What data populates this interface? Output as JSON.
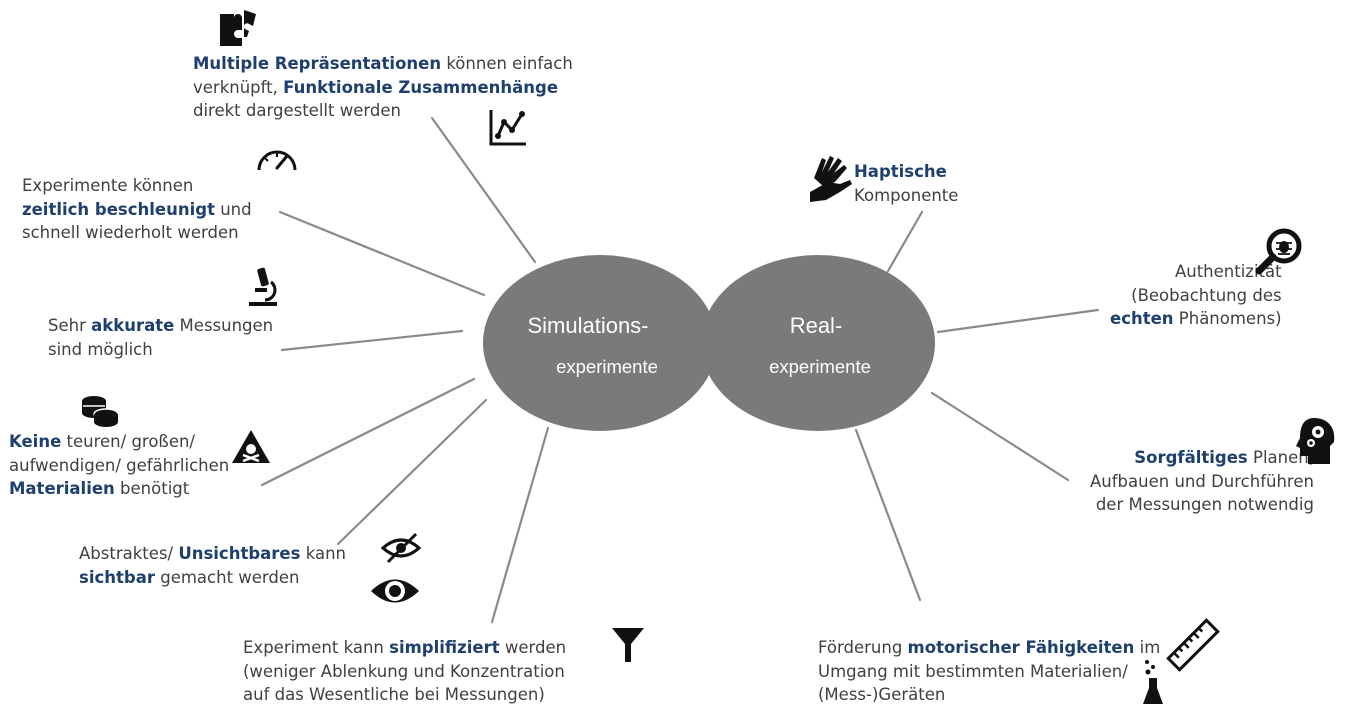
{
  "center": {
    "simulation": {
      "line1": "Simulations-",
      "line2": "experimente"
    },
    "real": {
      "line1": "Real-",
      "line2": "experimente"
    }
  },
  "colors": {
    "ellipse": "#7a7a7a",
    "connector": "#8a8a8a",
    "bold_text": "#1f3f6e",
    "text": "#404040",
    "icon": "#111111"
  },
  "simulation_items": [
    {
      "id": "representations",
      "icons": [
        "puzzle-icon",
        "chart-icon"
      ],
      "lines": [
        [
          {
            "b": "Multiple Repräsentationen"
          },
          {
            "t": " können einfach"
          }
        ],
        [
          {
            "t": "verknüpft, "
          },
          {
            "b": "Funktionale Zusammenhänge"
          }
        ],
        [
          {
            "t": "direkt dargestellt werden"
          }
        ]
      ]
    },
    {
      "id": "accelerated",
      "icons": [
        "speedometer-icon"
      ],
      "lines": [
        [
          {
            "t": "Experimente können"
          }
        ],
        [
          {
            "b": "zeitlich beschleunigt"
          },
          {
            "t": " und"
          }
        ],
        [
          {
            "t": "schnell wiederholt werden"
          }
        ]
      ]
    },
    {
      "id": "accurate",
      "icons": [
        "microscope-icon"
      ],
      "lines": [
        [
          {
            "t": "Sehr "
          },
          {
            "b": "akkurate"
          },
          {
            "t": " Messungen"
          }
        ],
        [
          {
            "t": "sind möglich"
          }
        ]
      ]
    },
    {
      "id": "materials",
      "icons": [
        "coins-icon",
        "hazard-icon"
      ],
      "lines": [
        [
          {
            "b": "Keine"
          },
          {
            "t": " teuren/ großen/"
          }
        ],
        [
          {
            "t": "aufwendigen/ gefährlichen"
          }
        ],
        [
          {
            "b": "Materialien"
          },
          {
            "t": " benötigt"
          }
        ]
      ]
    },
    {
      "id": "invisible",
      "icons": [
        "eye-slash-icon",
        "eye-icon"
      ],
      "lines": [
        [
          {
            "t": "Abstraktes/ "
          },
          {
            "b": "Unsichtbares"
          },
          {
            "t": " kann"
          }
        ],
        [
          {
            "b": "sichtbar"
          },
          {
            "t": " gemacht werden"
          }
        ]
      ]
    },
    {
      "id": "simplified",
      "icons": [
        "filter-icon"
      ],
      "lines": [
        [
          {
            "t": "Experiment kann "
          },
          {
            "b": "simplifiziert"
          },
          {
            "t": " werden"
          }
        ],
        [
          {
            "t": "(weniger Ablenkung und Konzentration"
          }
        ],
        [
          {
            "t": "auf das Wesentliche bei Messungen)"
          }
        ]
      ]
    }
  ],
  "real_items": [
    {
      "id": "haptic",
      "icons": [
        "hands-icon"
      ],
      "lines": [
        [
          {
            "b": "Haptische"
          }
        ],
        [
          {
            "t": "Komponente"
          }
        ]
      ]
    },
    {
      "id": "authentic",
      "icons": [
        "magnifier-bug-icon"
      ],
      "lines": [
        [
          {
            "t": "Authentizität"
          }
        ],
        [
          {
            "t": "(Beobachtung des"
          }
        ],
        [
          {
            "b": "echten"
          },
          {
            "t": " Phänomens)"
          }
        ]
      ]
    },
    {
      "id": "planning",
      "icons": [
        "head-gears-icon"
      ],
      "lines": [
        [
          {
            "b": "Sorgfältiges"
          },
          {
            "t": " Planen,"
          }
        ],
        [
          {
            "t": "Aufbauen und Durchführen"
          }
        ],
        [
          {
            "t": "der Messungen notwendig"
          }
        ]
      ]
    },
    {
      "id": "motor",
      "icons": [
        "flask-icon",
        "ruler-icon"
      ],
      "lines": [
        [
          {
            "t": "Förderung "
          },
          {
            "b": "motorischer Fähigkeiten"
          },
          {
            "t": " im"
          }
        ],
        [
          {
            "t": "Umgang mit bestimmten Materialien/"
          }
        ],
        [
          {
            "t": "(Mess-)Geräten"
          }
        ]
      ]
    }
  ]
}
